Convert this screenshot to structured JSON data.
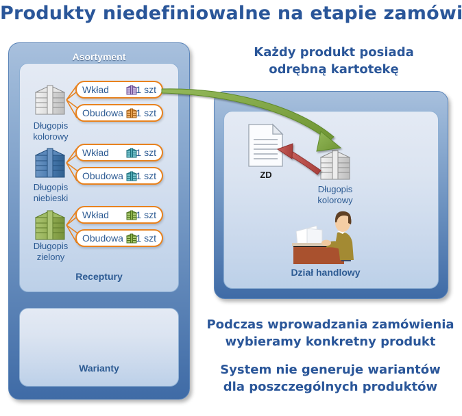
{
  "title": "Produkty niedefiniowalne na etapie zamówienia",
  "colors": {
    "title_blue": "#2a5699",
    "panel_blue_dark": "#3f6ba6",
    "panel_blue_light": "#a8c0dd",
    "inner_panel": "#dbe4f1",
    "callout_border": "#E8821E",
    "text_blue": "#2d5b93",
    "arrow_green": "#7fa53f",
    "arrow_red": "#c0504d"
  },
  "left_panel": {
    "header": "Asortyment",
    "recipes_panel": {
      "footer": "Receptury",
      "products": [
        {
          "name": "Długopis\nkolorowy",
          "icon": "pen-stack-icon",
          "icon_color": "#d8d8d8",
          "components": [
            {
              "label": "Wkład",
              "qty": "1 szt",
              "icon": "component-icon",
              "icon_color": "#8a6fae"
            },
            {
              "label": "Obudowa",
              "qty": "1 szt",
              "icon": "component-icon",
              "icon_color": "#c0701c"
            }
          ]
        },
        {
          "name": "Długopis\nniebieski",
          "icon": "pen-stack-icon",
          "icon_color": "#3d6ea8",
          "components": [
            {
              "label": "Wkład",
              "qty": "1 szt",
              "icon": "component-icon",
              "icon_color": "#2f8f9c"
            },
            {
              "label": "Obudowa",
              "qty": "1 szt",
              "icon": "component-icon",
              "icon_color": "#2f8f9c"
            }
          ]
        },
        {
          "name": "Długopis\nzielony",
          "icon": "pen-stack-icon",
          "icon_color": "#8aa84b",
          "components": [
            {
              "label": "Wkład",
              "qty": "1 szt",
              "icon": "component-icon",
              "icon_color": "#6f9c37"
            },
            {
              "label": "Obudowa",
              "qty": "1 szt",
              "icon": "component-icon",
              "icon_color": "#6f9c37"
            }
          ]
        }
      ]
    },
    "variants_panel": {
      "footer": "Warianty"
    }
  },
  "right_side": {
    "caption_top": "Każdy produkt posiada\nodrębną kartotekę",
    "panel": {
      "document": {
        "label": "ZD",
        "icon": "document-icon"
      },
      "product": {
        "label": "Długopis\nkolorowy",
        "icon": "pen-stack-icon"
      },
      "desk": {
        "label": "Dział handlowy",
        "icon": "person-at-desk-icon"
      },
      "arrows": [
        {
          "name": "green-arrow",
          "color": "#7fa53f"
        },
        {
          "name": "red-arrow",
          "color": "#c0504d"
        }
      ]
    },
    "caption_bottom_1": "Podczas wprowadzania zamówienia\nwybieramy konkretny produkt",
    "caption_bottom_2": "System nie generuje wariantów\ndla poszczególnych produktów"
  }
}
